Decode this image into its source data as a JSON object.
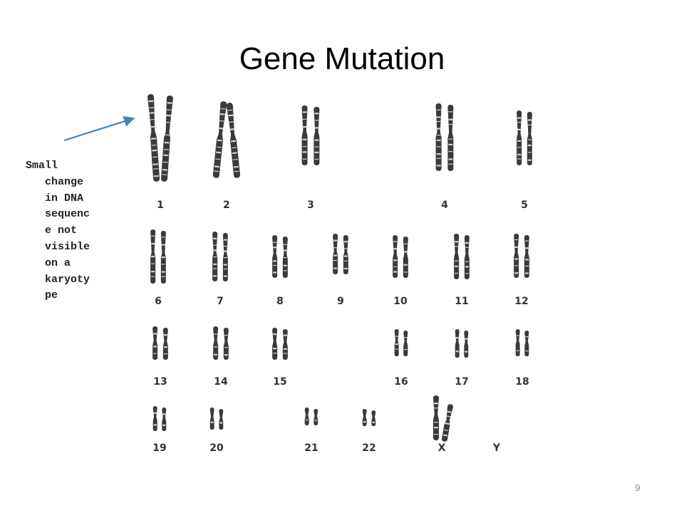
{
  "slide": {
    "title": "Gene Mutation",
    "note_lines": [
      "Small",
      "   change",
      "   in DNA",
      "   sequenc",
      "   e not",
      "   visible",
      "   on a",
      "   karyoty",
      "   pe"
    ],
    "page_number": "9"
  },
  "karyotype": {
    "chromosome_labels": [
      "1",
      "2",
      "3",
      "4",
      "5",
      "6",
      "7",
      "8",
      "9",
      "10",
      "11",
      "12",
      "13",
      "14",
      "15",
      "16",
      "17",
      "18",
      "19",
      "20",
      "21",
      "22",
      "X",
      "Y"
    ]
  },
  "colors": {
    "arrow": "#4a7fb5",
    "chromosome": "#3a3a3a",
    "band": "#cfcfcf"
  }
}
